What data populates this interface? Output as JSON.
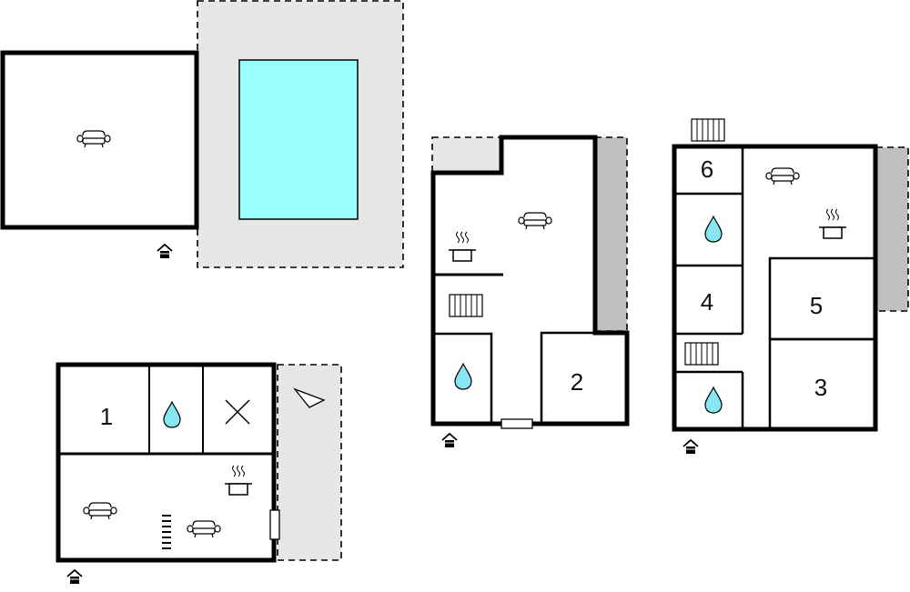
{
  "rooms": {
    "one": "1",
    "two": "2",
    "three": "3",
    "four": "4",
    "five": "5",
    "six": "6"
  },
  "colors": {
    "wall": "#000000",
    "terrace": "#e6e6e6",
    "deck": "#c0c0c0",
    "pool": "#99ffff",
    "water": "#88e6f2"
  },
  "icons": [
    "sofa-icon",
    "entrance-icon",
    "cooking-pot-icon",
    "radiator-icon",
    "water-drop-icon",
    "cross-icon",
    "triangle-icon",
    "stairs-icon",
    "window-icon"
  ]
}
